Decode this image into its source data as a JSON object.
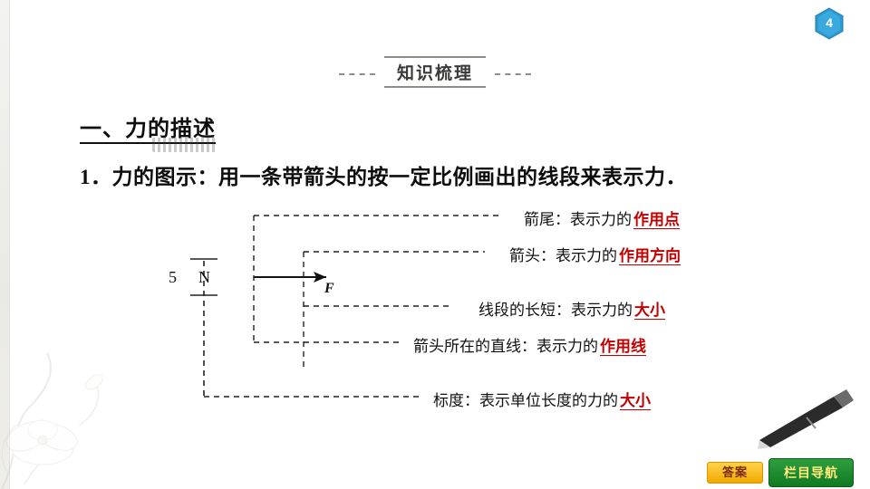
{
  "slide": {
    "page_number": "4",
    "banner_title": "知识梳理",
    "section_heading": "一、力的描述",
    "item_heading": "1．力的图示：用一条带箭头的按一定比例画出的线段来表示力．",
    "scale_label": "5　N",
    "force_label": "F"
  },
  "diagram": {
    "rows": [
      {
        "text": "箭尾：表示力的",
        "answer": "作用点"
      },
      {
        "text": "箭头：表示力的",
        "answer": "作用方向"
      },
      {
        "text": "线段的长短：表示力的",
        "answer": "大小"
      },
      {
        "text": "箭头所在的直线：表示力的",
        "answer": "作用线"
      },
      {
        "text": "标度：表示单位长度的力的",
        "answer": "大小"
      }
    ]
  },
  "footer": {
    "answer_button": "答案",
    "nav_button": "栏目导航"
  },
  "colors": {
    "answer_red": "#c00000",
    "banner_gray": "#8d8d88",
    "badge_blue": "#2e9ad0",
    "nav_green": "#0f7a22",
    "answer_gold": "#f2a900"
  }
}
